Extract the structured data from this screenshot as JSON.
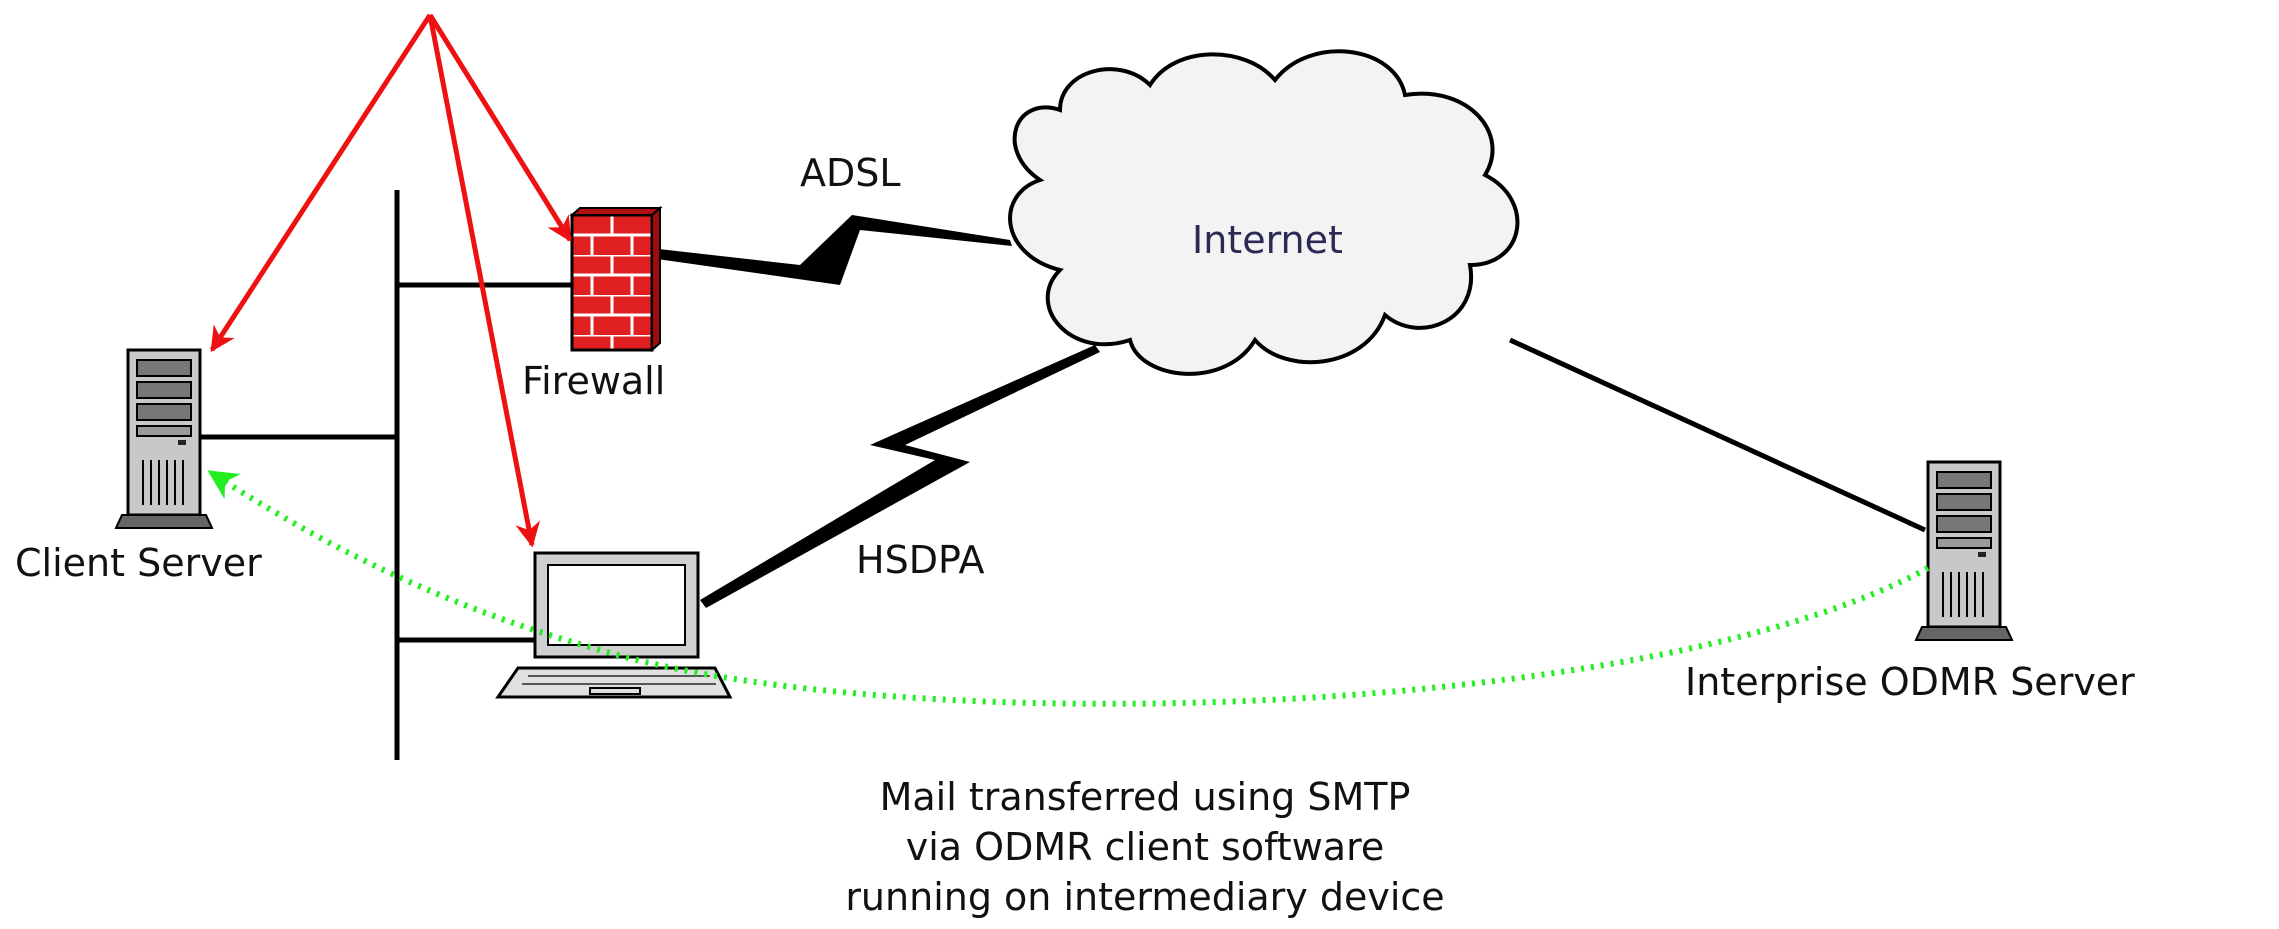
{
  "labels": {
    "client_server": "Client Server",
    "firewall": "Firewall",
    "adsl": "ADSL",
    "hsdpa": "HSDPA",
    "internet": "Internet",
    "odmr_server": "Interprise ODMR Server"
  },
  "caption": {
    "line1": "Mail transferred using SMTP",
    "line2": "via ODMR client software",
    "line3": "running on intermediary device"
  },
  "colors": {
    "highlight_arrows": "#ee1111",
    "mail_path": "#22ee22",
    "links": "#000000",
    "firewall_brick": "#e02020",
    "cloud_fill": "#f3f3f3"
  },
  "icons": {
    "client_server": "server-tower-icon",
    "odmr_server": "server-tower-icon",
    "firewall": "brick-firewall-icon",
    "laptop": "laptop-icon",
    "internet": "cloud-icon"
  }
}
